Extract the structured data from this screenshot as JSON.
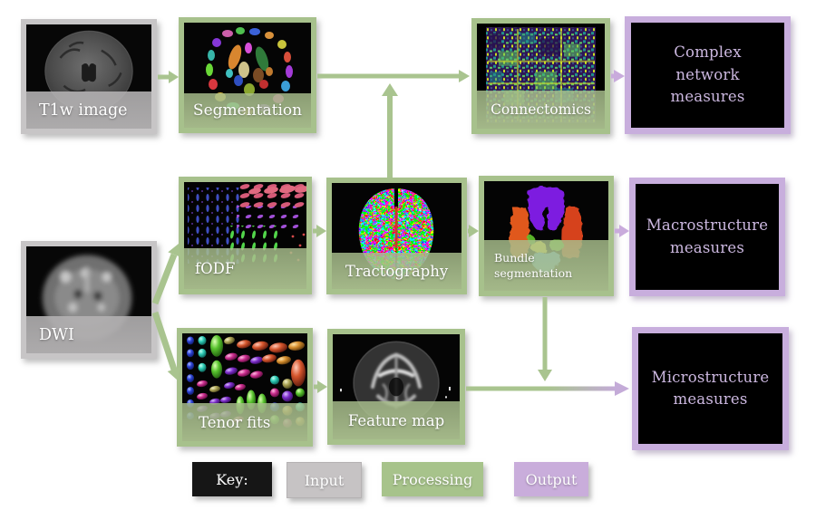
{
  "nodes": {
    "t1w": {
      "label": "T1w image",
      "type": "input"
    },
    "segmentation": {
      "label": "Segmentation",
      "type": "processing"
    },
    "connectomics": {
      "label": "Connectomics",
      "type": "processing"
    },
    "complex_network": {
      "label": "Complex network measures",
      "type": "output"
    },
    "dwi": {
      "label": "DWI",
      "type": "input"
    },
    "fodf": {
      "label": "fODF",
      "type": "processing"
    },
    "tractography": {
      "label": "Tractography",
      "type": "processing"
    },
    "bundle_segmentation": {
      "label": "Bundle segmentation",
      "type": "processing"
    },
    "macrostructure": {
      "label": "Macrostructure measures",
      "type": "output"
    },
    "tenor_fits": {
      "label": "Tenor fits",
      "type": "processing"
    },
    "feature_map": {
      "label": "Feature map",
      "type": "processing"
    },
    "microstructure": {
      "label": "Microstructure measures",
      "type": "output"
    }
  },
  "edges": [
    {
      "from": "T1w image",
      "to": "Segmentation"
    },
    {
      "from": "Segmentation",
      "to": "Connectomics"
    },
    {
      "from": "Tractography",
      "to": "Connectomics"
    },
    {
      "from": "Connectomics",
      "to": "Complex network measures"
    },
    {
      "from": "DWI",
      "to": "fODF"
    },
    {
      "from": "DWI",
      "to": "Tenor fits"
    },
    {
      "from": "fODF",
      "to": "Tractography"
    },
    {
      "from": "Tractography",
      "to": "Bundle segmentation"
    },
    {
      "from": "Bundle segmentation",
      "to": "Macrostructure measures"
    },
    {
      "from": "Bundle segmentation",
      "to": "Microstructure measures"
    },
    {
      "from": "Tenor fits",
      "to": "Feature map"
    },
    {
      "from": "Feature map",
      "to": "Microstructure measures"
    }
  ],
  "key": {
    "title": "Key:",
    "items": [
      {
        "label": "Input",
        "color": "#c6c3c4"
      },
      {
        "label": "Processing",
        "color": "#a7c38b"
      },
      {
        "label": "Output",
        "color": "#c9addb"
      }
    ]
  },
  "colors": {
    "input_gray": "#c7c5c6",
    "processing_green": "#a7c18c",
    "output_purple": "#c8aedd",
    "arrow_green": "#a9c48f",
    "arrow_purple": "#c9abdc",
    "label_text": "#ffffff",
    "output_text": "#ccb8e0",
    "key_black": "#161616"
  }
}
